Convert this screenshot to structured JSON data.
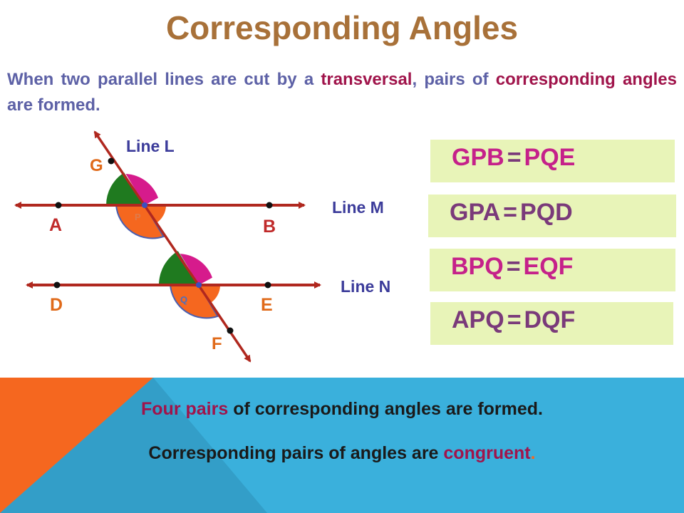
{
  "title": "Corresponding Angles",
  "intro": {
    "part1": "When two parallel lines are cut by a ",
    "highlight1": "transversal",
    "part2": ", pairs of ",
    "highlight2": "corresponding angles",
    "part3": " are formed."
  },
  "diagram": {
    "line_labels": {
      "L": "Line L",
      "M": "Line M",
      "N": "Line N"
    },
    "points": {
      "G": "G",
      "A": "A",
      "B": "B",
      "P": "P",
      "Q": "Q",
      "D": "D",
      "E": "E",
      "F": "F"
    }
  },
  "equations": [
    {
      "left": "GPB",
      "op": "=",
      "right": "PQE"
    },
    {
      "left": "GPA",
      "op": "=",
      "right": "PQD"
    },
    {
      "left": "BPQ",
      "op": "=",
      "right": "EQF"
    },
    {
      "left": "APQ",
      "op": "=",
      "right": "DQF"
    }
  ],
  "angle_glyph": "",
  "bottom": {
    "line1_highlight": "Four pairs",
    "line1_rest": " of corresponding angles are formed.",
    "line2_start": "Corresponding pairs of angles are ",
    "line2_highlight": "congruent",
    "line2_end": "."
  },
  "colors": {
    "title": "#a87139",
    "intro_text": "#5d61a6",
    "highlight": "#a0144b",
    "line": "#b0281f",
    "box_bg": "#e8f4b8",
    "equation": "#c5218a",
    "bottom_blue": "#3ab0dc",
    "bottom_orange": "#f5671f"
  }
}
